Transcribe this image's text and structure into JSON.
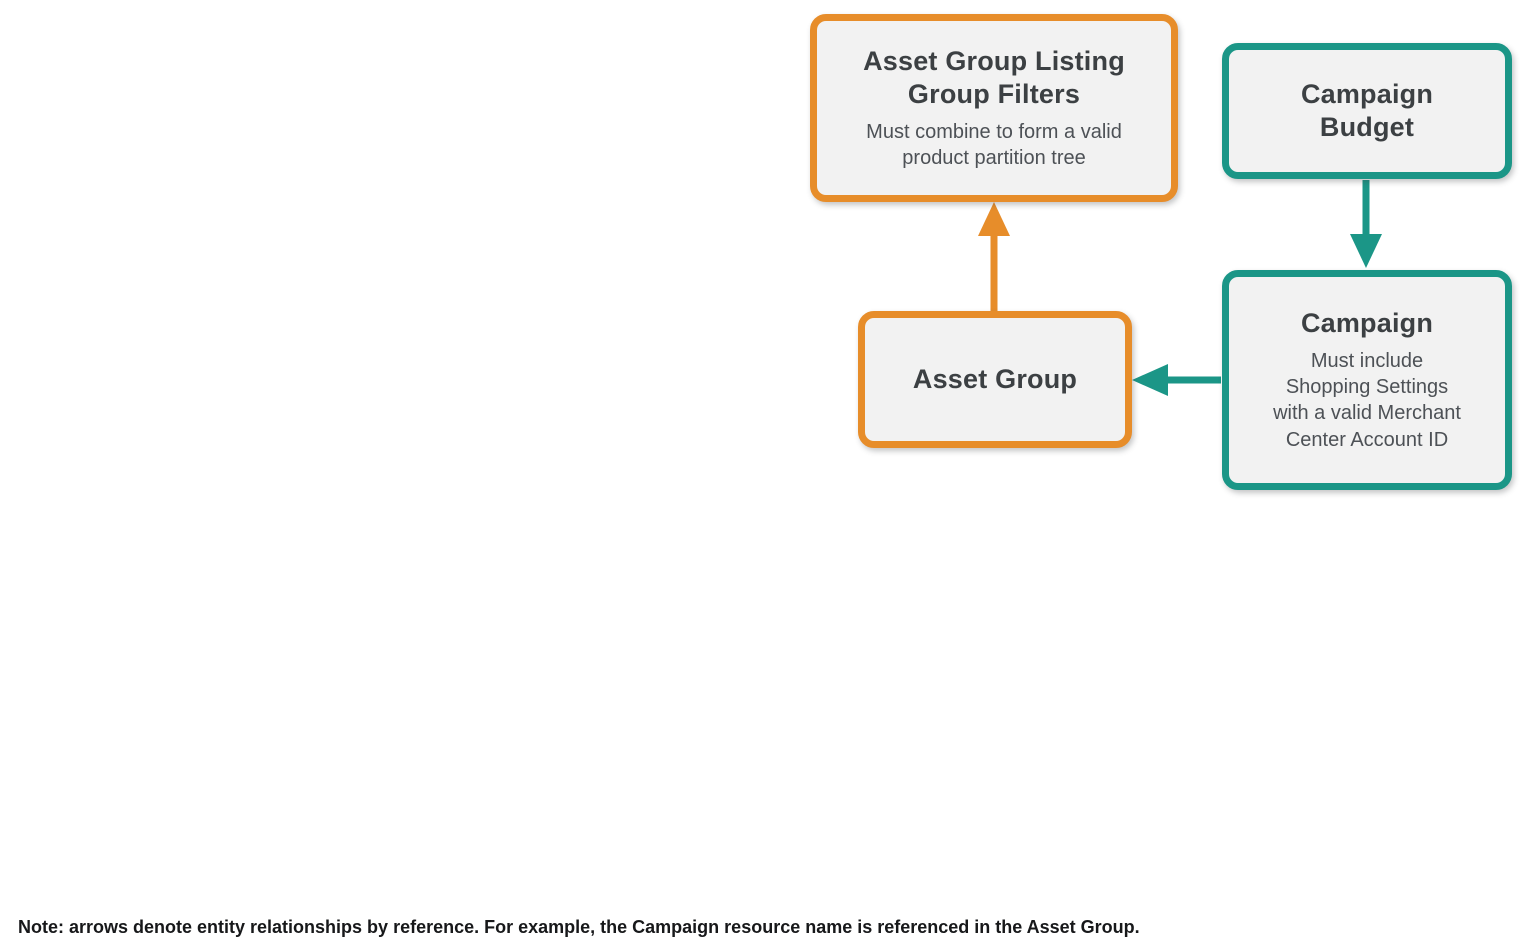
{
  "colors": {
    "orange": "#E78D2A",
    "teal": "#1B9687",
    "box_fill": "#F2F2F2",
    "title": "#3C4043",
    "subtitle": "#4D5156",
    "note": "#17181A",
    "background": "#FFFFFF"
  },
  "nodes": {
    "listing_filters": {
      "title": "Asset Group Listing\nGroup Filters",
      "subtitle": "Must combine to form a valid\nproduct partition tree",
      "accent": "orange"
    },
    "campaign_budget": {
      "title": "Campaign\nBudget",
      "subtitle": "",
      "accent": "teal"
    },
    "asset_group": {
      "title": "Asset Group",
      "subtitle": "",
      "accent": "orange"
    },
    "campaign": {
      "title": "Campaign",
      "subtitle": "Must include\nShopping Settings\nwith a valid Merchant\nCenter Account ID",
      "accent": "teal"
    }
  },
  "edges": [
    {
      "from": "asset_group",
      "to": "listing_filters",
      "accent": "orange",
      "direction": "up"
    },
    {
      "from": "campaign_budget",
      "to": "campaign",
      "accent": "teal",
      "direction": "down"
    },
    {
      "from": "campaign",
      "to": "asset_group",
      "accent": "teal",
      "direction": "left"
    }
  ],
  "note": "Note: arrows denote entity relationships by reference. For example, the Campaign resource name is referenced in the Asset Group."
}
